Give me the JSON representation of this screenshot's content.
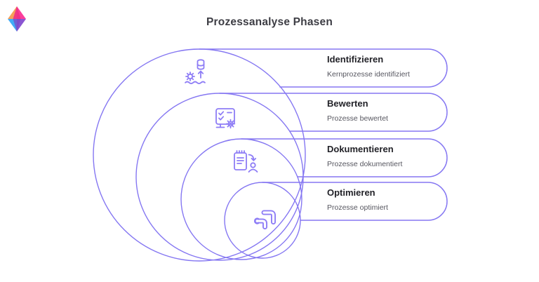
{
  "page": {
    "title": "Prozessanalyse Phasen",
    "background": "#ffffff"
  },
  "logo": {
    "name": "diamond-logo",
    "colors": {
      "top_left": "#F6A05A",
      "top_right": "#FB3E9C",
      "inner_top": "#EE2E86",
      "bottom_left": "#41ACF7",
      "bottom_right": "#8A55D2",
      "inner_bottom": "#7A4AC6"
    }
  },
  "diagram": {
    "stroke_color": "#8577F2",
    "icon_color": "#8E7DF6",
    "phases": [
      {
        "title": "Identifizieren",
        "subtitle": "Kernprozesse identifiziert",
        "icon": "database-extract-icon"
      },
      {
        "title": "Bewerten",
        "subtitle": "Prozesse bewertet",
        "icon": "screen-check-gear-icon"
      },
      {
        "title": "Dokumentieren",
        "subtitle": "Prozesse dokumentiert",
        "icon": "notepad-person-icon"
      },
      {
        "title": "Optimieren",
        "subtitle": "Prozesse optimiert",
        "icon": "optimize-arrows-icon"
      }
    ]
  }
}
